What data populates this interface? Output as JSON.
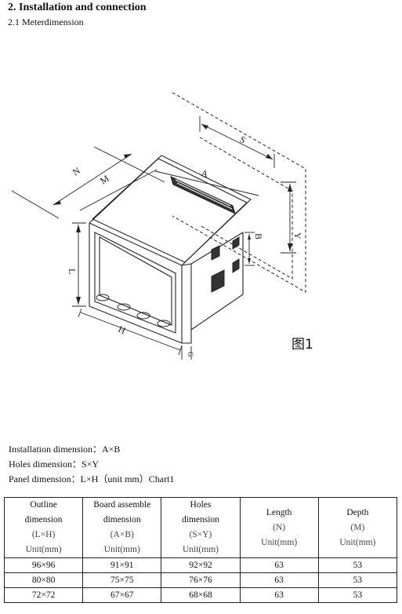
{
  "heading": "2. Installation and connection",
  "subheading": "2.1 Meterdimension",
  "figure": {
    "labels": {
      "s": "S",
      "y": "Y",
      "n": "N",
      "m": "M",
      "a": "A",
      "b": "B",
      "l": "L",
      "h": "H",
      "g": "G"
    },
    "caption": "图1"
  },
  "dimensions": {
    "installation": "Installation dimension：A×B",
    "holes": "Holes dimension：S×Y",
    "panel": "Panel dimension：L×H（unit mm）Chart1"
  },
  "table": {
    "headers": [
      [
        "Outline",
        "dimension",
        "(L×H)",
        "Unit(mm)"
      ],
      [
        "Board assemble",
        "dimension",
        "(A×B)",
        "Unit(mm)"
      ],
      [
        "Holes",
        "dimension",
        "(S×Y)",
        "Unit(mm)"
      ],
      [
        "Length",
        "(N)",
        "Unit(mm)"
      ],
      [
        "Depth",
        "(M)",
        "Unit(mm)"
      ]
    ],
    "rows": [
      [
        "96×96",
        "91×91",
        "92×92",
        "63",
        "53"
      ],
      [
        "80×80",
        "75×75",
        "76×76",
        "63",
        "53"
      ],
      [
        "72×72",
        "67×67",
        "68×68",
        "63",
        "53"
      ]
    ]
  }
}
